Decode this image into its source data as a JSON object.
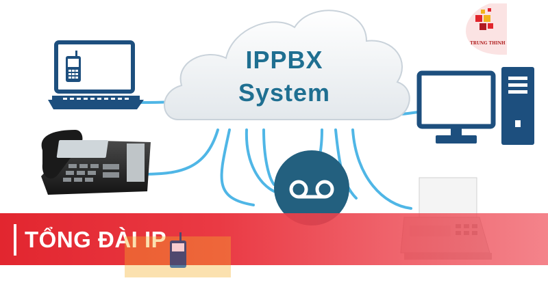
{
  "diagram": {
    "cloud_title_line1": "IPPBX",
    "cloud_title_line2": "System",
    "banner_text": "TỔNG ĐÀI IP",
    "brand_name": "TRUNG THINH",
    "colors": {
      "cloud_text": "#1f6f91",
      "device_navy": "#1d4f7e",
      "cable_blue": "#4fb6e6",
      "banner_red": "#e2262f",
      "voicemail_circle": "#23607f"
    },
    "nodes": [
      "laptop-with-phone-icon",
      "ip-desk-phone",
      "voicemail-icon",
      "fax-machine",
      "desktop-computer-icon"
    ]
  }
}
